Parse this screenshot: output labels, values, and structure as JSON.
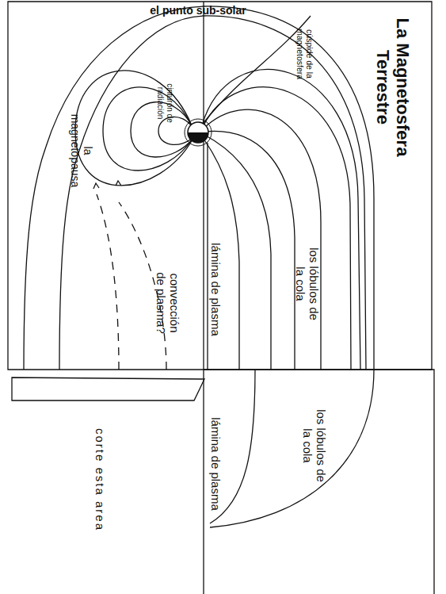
{
  "diagram": {
    "title": "La Magnetosfera Terrestre",
    "labels": [
      "el punto sub-solar",
      "cúspide de la magnetosfera",
      "cinturón de radiación",
      "la magnetopausa",
      "convección de plasma?",
      "lámina de plasma",
      "los lóbulos de la cola",
      "los lóbulos de la cola",
      "lámina de plasma",
      "corte esta area"
    ]
  }
}
